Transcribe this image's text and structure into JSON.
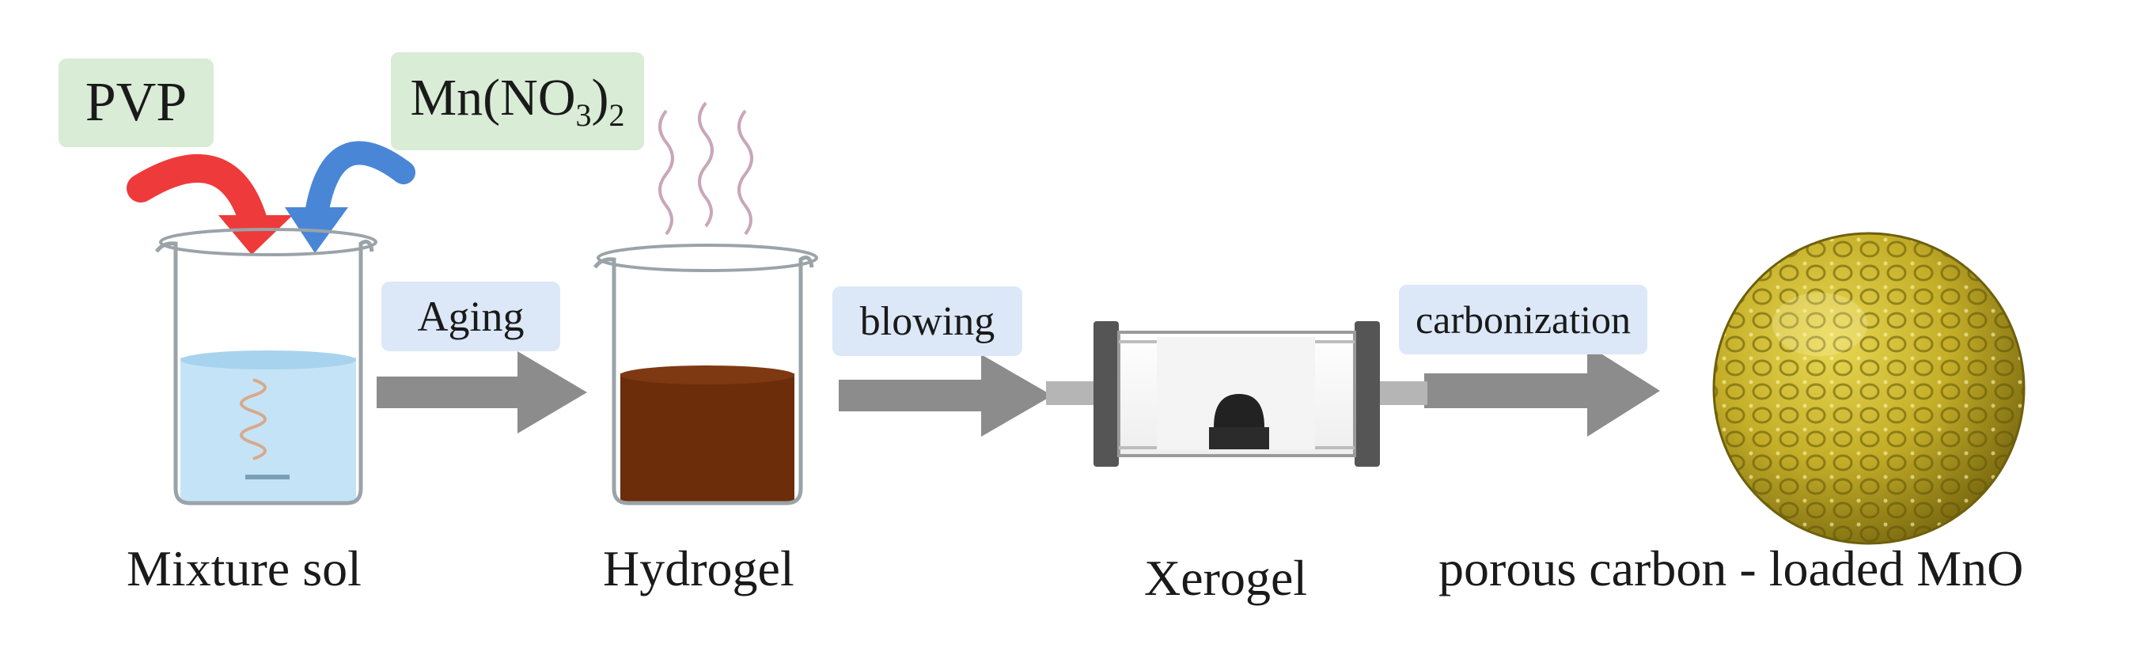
{
  "reagents": {
    "pvp": "PVP",
    "mn_nitrate": {
      "base": "Mn(NO",
      "sub1": "3",
      "close": ")",
      "sub2": "2"
    }
  },
  "steps": {
    "aging": "Aging",
    "blowing": "blowing",
    "carbonization": "carbonization"
  },
  "captions": {
    "mixture": "Mixture sol",
    "hydrogel": "Hydrogel",
    "xerogel": "Xerogel",
    "product": "porous carbon - loaded MnO"
  },
  "colors": {
    "pvp_arrow": "#ee3a3a",
    "mn_arrow": "#4a86d6",
    "process_arrow": "#8c8c8c",
    "solution": "#bfe0f5",
    "hydrogel": "#6b2d0a",
    "sphere": "#c9b52e",
    "reagent_tag": "#d9ecd6",
    "step_tag": "#dce8f7"
  },
  "icons": [
    "curved-arrow-icon",
    "beaker-icon",
    "steam-icon",
    "tube-furnace-icon",
    "porous-sphere-icon",
    "process-arrow-icon"
  ]
}
